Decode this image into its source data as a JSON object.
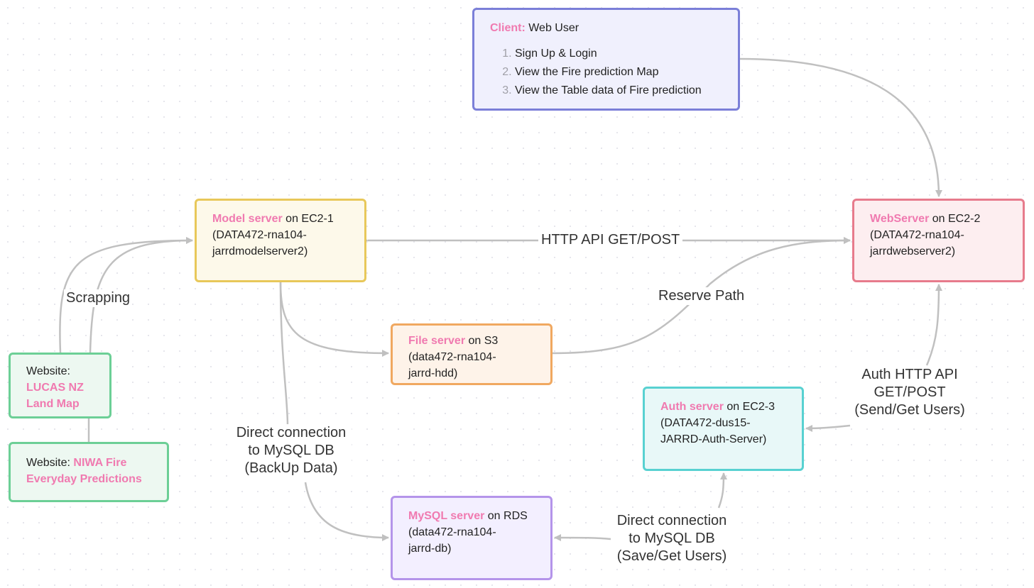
{
  "client": {
    "role": "Client:",
    "title": "Web User",
    "steps": [
      "Sign Up & Login",
      "View the Fire prediction Map",
      "View the Table data of Fire prediction"
    ]
  },
  "model_server": {
    "name": "Model server",
    "location": "on EC2-1",
    "id_line1": "(DATA472-rna104-",
    "id_line2": "jarrdmodelserver2)"
  },
  "web_server": {
    "name": "WebServer",
    "location": "on EC2-2",
    "id_line1": "(DATA472-rna104-",
    "id_line2": "jarrdwebserver2)"
  },
  "file_server": {
    "name": "File server",
    "location": "on S3",
    "id_line1": "(data472-rna104-",
    "id_line2": "jarrd-hdd)"
  },
  "auth_server": {
    "name": "Auth server",
    "location": "on EC2-3",
    "id_line1": "(DATA472-dus15-",
    "id_line2": "JARRD-Auth-Server)"
  },
  "mysql_server": {
    "name": "MySQL server",
    "location": "on RDS",
    "id_line1": "(data472-rna104-",
    "id_line2": "jarrd-db)"
  },
  "lucas_site": {
    "prefix": "Website:",
    "name_line1": "LUCAS NZ",
    "name_line2": "Land Map"
  },
  "niwa_site": {
    "prefix": "Website:",
    "name_line1": "NIWA Fire",
    "name_line2": "Everyday Predictions"
  },
  "edges": {
    "http_api": "HTTP API GET/POST",
    "scrapping": "Scrapping",
    "reserve_path": "Reserve Path",
    "direct_backup": [
      "Direct connection",
      "to MySQL DB",
      "(BackUp Data)"
    ],
    "auth_api": [
      "Auth HTTP API",
      "GET/POST",
      "(Send/Get Users)"
    ],
    "direct_users": [
      "Direct connection",
      "to MySQL DB",
      "(Save/Get Users)"
    ]
  },
  "colors": {
    "highlight": "#f07ab0",
    "edge": "#c0c0c0",
    "client_border": "#7b7fd8",
    "model_border": "#e8c85a",
    "web_border": "#e77b8c",
    "file_border": "#f0a860",
    "auth_border": "#58d1d1",
    "mysql_border": "#b494ea",
    "website_border": "#6ccf96"
  }
}
